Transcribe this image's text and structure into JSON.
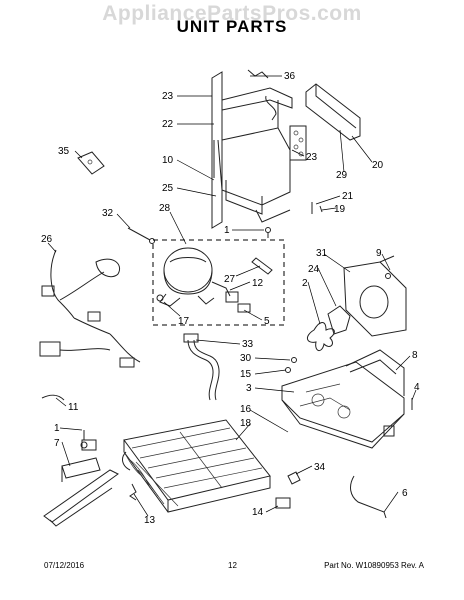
{
  "watermark": "AppliancePartsPros.com",
  "title": "UNIT PARTS",
  "callouts": [
    "36",
    "23",
    "22",
    "10",
    "25",
    "28",
    "1",
    "27",
    "12",
    "17",
    "5",
    "35",
    "32",
    "26",
    "33",
    "30",
    "15",
    "3",
    "16",
    "18",
    "11",
    "1",
    "7",
    "13",
    "14",
    "34",
    "6",
    "20",
    "29",
    "23",
    "21",
    "19",
    "31",
    "24",
    "9",
    "2",
    "8",
    "4"
  ],
  "footer": {
    "date": "07/12/2016",
    "page": "12",
    "part_no": "Part No. W10890953 Rev. A"
  }
}
